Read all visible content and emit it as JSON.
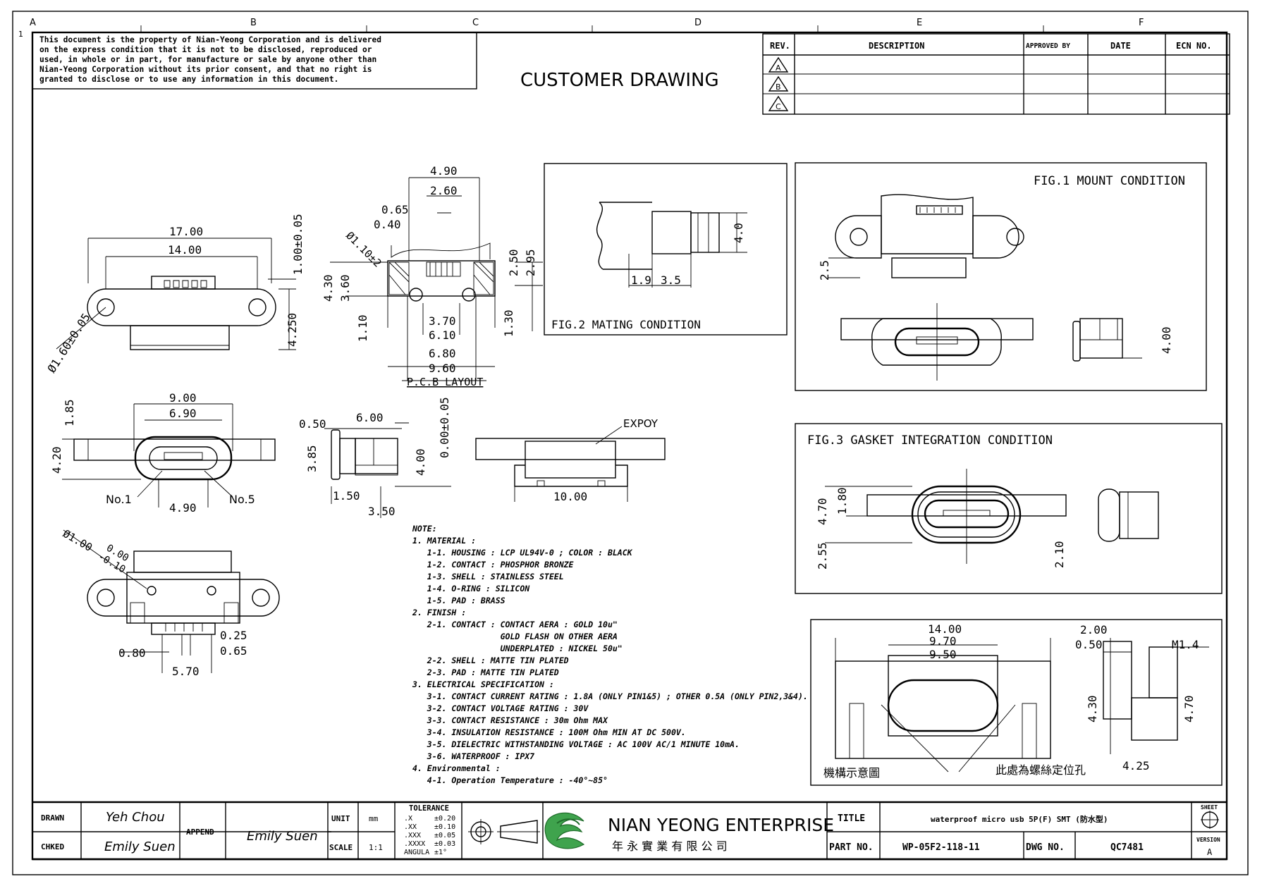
{
  "zone_letters": [
    "A",
    "B",
    "C",
    "D",
    "E",
    "F"
  ],
  "zone_number": "1",
  "ownership_notice": [
    "This document is the property of Nian-Yeong Corporation and is delivered",
    "on  the  express condition that it is not to be disclosed, reproduced or",
    "used, in whole or in part, for manufacture or sale by anyone other than",
    "Nian-Yeong Corporation without  its prior consent, and that  no right  is",
    "granted to disclose or to use any information in this  document."
  ],
  "drawing_title": "CUSTOMER  DRAWING",
  "revision_table": {
    "headers": [
      "REV.",
      "DESCRIPTION",
      "APPROVED BY",
      "DATE",
      "ECN NO."
    ],
    "rows": [
      "A",
      "B",
      "C"
    ]
  },
  "pcb_layout": {
    "label": "P.C.B LAYOUT",
    "dims": [
      "4.90",
      "2.60",
      "0.65",
      "0.40",
      "Ø1.10±2",
      "4.30",
      "3.60",
      "1.10",
      "3.70",
      "6.10",
      "6.80",
      "9.60",
      "2.50",
      "2.95",
      "1.30"
    ]
  },
  "top_view": {
    "dims": [
      "17.00",
      "14.00",
      "1.00±0.05",
      "Ø1.60±0.05",
      "4.250"
    ]
  },
  "front_view": {
    "dims": [
      "9.00",
      "6.90",
      "1.85",
      "4.20",
      "4.90"
    ],
    "pin_left": "No.1",
    "pin_right": "No.5"
  },
  "side_view": {
    "dims": [
      "0.50",
      "6.00",
      "3.85",
      "4.00",
      "0.00±0.05",
      "1.50",
      "3.50"
    ]
  },
  "epoxy_view": {
    "label": "EXPOY",
    "dims": [
      "10.00"
    ]
  },
  "bottom_view": {
    "dims": [
      "Ø1.00",
      "0.00",
      "-0.10",
      "0.25",
      "0.65",
      "0.80",
      "5.70"
    ]
  },
  "fig2": {
    "title": "FIG.2  MATING  CONDITION",
    "dims": [
      "4.0",
      "1.9",
      "3.5"
    ]
  },
  "fig1": {
    "title": "FIG.1  MOUNT  CONDITION",
    "dims": [
      "2.5",
      "4.00"
    ]
  },
  "fig3": {
    "title": "FIG.3  GASKET  INTEGRATION  CONDITION",
    "dims": [
      "4.70",
      "1.80",
      "2.55",
      "2.10"
    ]
  },
  "mech": {
    "dims": [
      "14.00",
      "9.70",
      "9.50",
      "2.00",
      "0.50",
      "M1.4",
      "4.30",
      "4.70",
      "4.25"
    ],
    "label_left": "機構示意圖",
    "label_right": "此處為螺絲定位孔"
  },
  "notes": [
    "NOTE:",
    "1. MATERIAL :",
    "   1-1. HOUSING : LCP UL94V-0 ; COLOR : BLACK",
    "   1-2. CONTACT : PHOSPHOR BRONZE",
    "   1-3. SHELL : STAINLESS STEEL",
    "   1-4. O-RING : SILICON",
    "   1-5. PAD : BRASS",
    "2. FINISH :",
    "   2-1. CONTACT : CONTACT AERA : GOLD 10u\"",
    "                  GOLD FLASH ON OTHER AERA",
    "                  UNDERPLATED : NICKEL 50u\"",
    "   2-2. SHELL : MATTE TIN PLATED",
    "   2-3. PAD : MATTE TIN PLATED",
    "3. ELECTRICAL SPECIFICATION :",
    "   3-1. CONTACT CURRENT RATING : 1.8A (ONLY PIN1&5) ; OTHER 0.5A (ONLY PIN2,3&4).",
    "   3-2. CONTACT VOLTAGE RATING : 30V",
    "   3-3. CONTACT RESISTANCE : 30m Ohm MAX",
    "   3-4. INSULATION RESISTANCE : 100M Ohm MIN AT DC 500V.",
    "   3-5. DIELECTRIC WITHSTANDING VOLTAGE : AC 100V AC/1 MINUTE 10mA.",
    "   3-6. WATERPROOF : IPX7",
    "4. Environmental :",
    "   4-1. Operation Temperature : -40°~85°"
  ],
  "title_block": {
    "drawn_label": "DRAWN",
    "drawn_value": "Yeh Chou",
    "checked_label": "CHKED",
    "checked_value": "Emily Suen",
    "append_label": "APPEND",
    "append_value": "Emily Suen",
    "unit_label": "UNIT",
    "unit_value": "mm",
    "scale_label": "SCALE",
    "scale_value": "1:1",
    "tolerance_title": "TOLERANCE",
    "tolerance_rows": [
      [
        ".X",
        "±0.20"
      ],
      [
        ".XX",
        "±0.10"
      ],
      [
        ".XXX",
        "±0.05"
      ],
      [
        ".XXXX",
        "±0.03"
      ],
      [
        "ANGULA",
        "±1°"
      ]
    ],
    "company_en": "NIAN YEONG ENTERPRISE",
    "company_cn": "年 永 實 業 有 限 公 司",
    "title_label": "TITLE",
    "title_value": "waterproof  micro  usb  5P(F)  SMT  (防水型)",
    "part_label": "PART NO.",
    "part_value": "WP-05F2-118-11",
    "dwg_label": "DWG NO.",
    "dwg_value": "QC7481",
    "sheet_label": "SHEET",
    "version_label": "VERSION",
    "version_value": "A"
  }
}
